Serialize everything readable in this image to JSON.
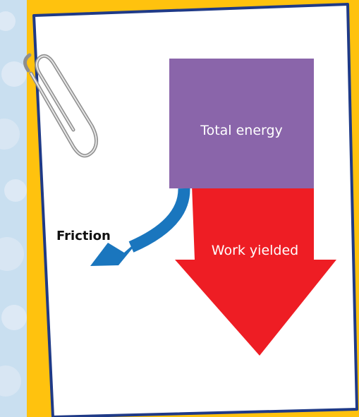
{
  "diagram": {
    "labels": {
      "total_energy": "Total energy",
      "work_yielded": "Work yielded",
      "friction": "Friction"
    },
    "colors": {
      "background_frame": "#ffc20e",
      "side_pattern": "#c9dff0",
      "card_border": "#1f3a87",
      "card_fill": "#ffffff",
      "total_energy_box": "#8a65aa",
      "work_yielded_arrow": "#ee1d24",
      "friction_arrow": "#1a76be"
    },
    "icons": {
      "clip": "paperclip-icon"
    }
  }
}
